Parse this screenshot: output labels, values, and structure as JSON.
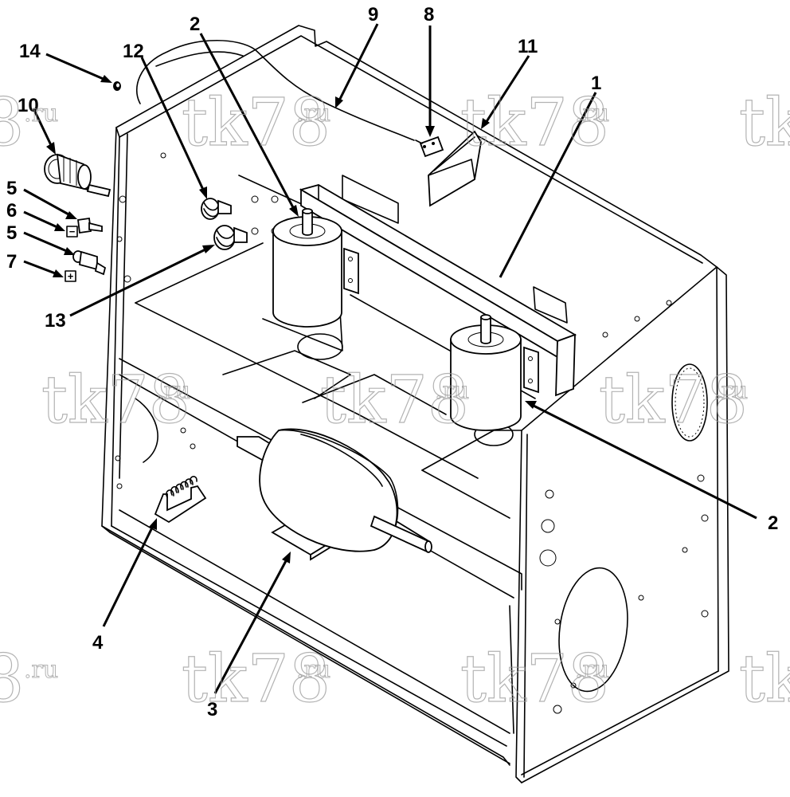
{
  "diagram": {
    "callouts": [
      {
        "id": "14",
        "label": "14"
      },
      {
        "id": "10",
        "label": "10"
      },
      {
        "id": "5a",
        "label": "5"
      },
      {
        "id": "6",
        "label": "6"
      },
      {
        "id": "5b",
        "label": "5"
      },
      {
        "id": "7",
        "label": "7"
      },
      {
        "id": "12",
        "label": "12"
      },
      {
        "id": "13",
        "label": "13"
      },
      {
        "id": "2a",
        "label": "2"
      },
      {
        "id": "9",
        "label": "9"
      },
      {
        "id": "8",
        "label": "8"
      },
      {
        "id": "11",
        "label": "11"
      },
      {
        "id": "1",
        "label": "1"
      },
      {
        "id": "2b",
        "label": "2"
      },
      {
        "id": "4",
        "label": "4"
      },
      {
        "id": "3",
        "label": "3"
      }
    ],
    "terminal_marks": {
      "minus": "−",
      "plus": "+"
    },
    "watermark": {
      "text": "tk78",
      "suffix": ".ru",
      "partial": "8"
    },
    "colors": {
      "line": "#000000",
      "watermark": "#9a9a9a",
      "background": "#ffffff"
    }
  }
}
